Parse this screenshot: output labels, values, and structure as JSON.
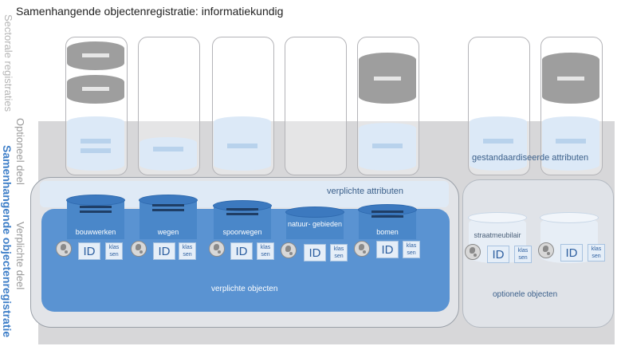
{
  "title": "Samenhangende objectenregistratie: informatiekundig",
  "left_labels": {
    "sectoral": "Sectorale registraties",
    "optional_part": "Optioneel deel",
    "mandatory_part": "Verplichte deel",
    "samenhangende": "Samenhangende objectenregistratie"
  },
  "mandatory_attributes_label": "verplichte attributen",
  "standardized_attributes_label": "gestandaardiseerde attributen",
  "mandatory_objects_label": "verplichte objecten",
  "optional_objects_label": "optionele objecten",
  "objects": [
    {
      "name": "bouwwerken",
      "id": "ID",
      "klassen": "klas sen"
    },
    {
      "name": "wegen",
      "id": "ID",
      "klassen": "klas sen"
    },
    {
      "name": "spoorwegen",
      "id": "ID",
      "klassen": "klas sen"
    },
    {
      "name": "natuur- gebieden",
      "id": "ID",
      "klassen": "klas sen"
    },
    {
      "name": "bomen",
      "id": "ID",
      "klassen": "klas sen"
    }
  ],
  "optional_objects": [
    {
      "name": "straatmeubilair",
      "id": "ID",
      "klassen": "klas sen"
    },
    {
      "name": "",
      "id": "ID",
      "klassen": "klas sen"
    }
  ],
  "colors": {
    "mandatory_blue": "#5a93d2",
    "label_blue": "#3f7fc8",
    "gray_band": "#d7d7d9"
  },
  "icons": [
    "database-icon",
    "globe-icon"
  ]
}
